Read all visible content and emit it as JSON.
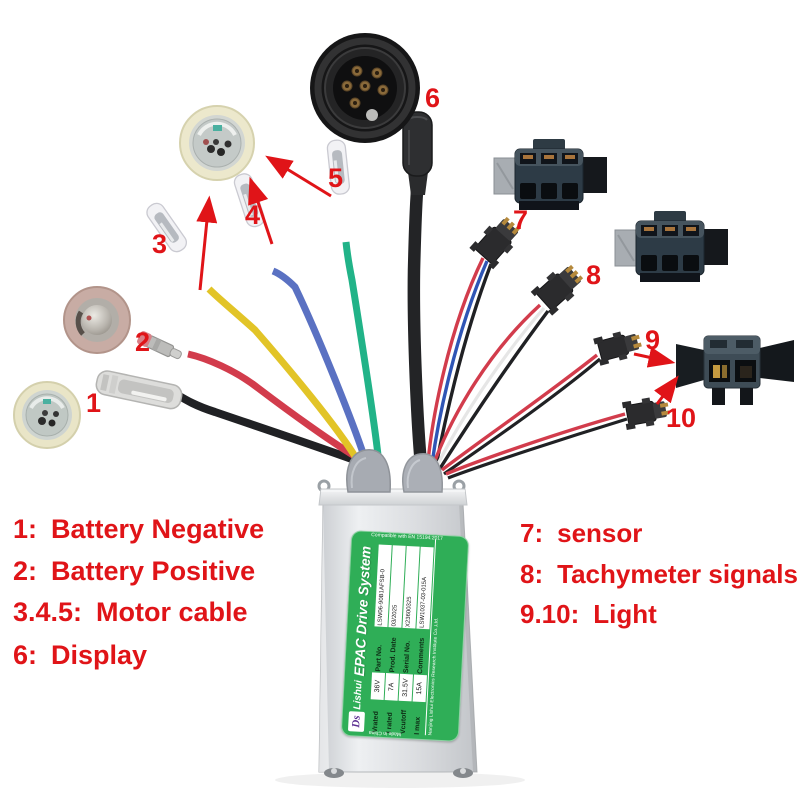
{
  "callouts": {
    "c1": "1",
    "c2": "2",
    "c3": "3",
    "c4": "4",
    "c5": "5",
    "c6": "6",
    "c7": "7",
    "c8": "8",
    "c9": "9",
    "c10": "10"
  },
  "legend_left": [
    {
      "num": "1:",
      "label": "Battery Negative"
    },
    {
      "num": "2:",
      "label": "Battery Positive"
    },
    {
      "num": "3.4.5:",
      "label": "Motor cable"
    },
    {
      "num": "6:",
      "label": "Display"
    }
  ],
  "legend_right": [
    {
      "num": "7:",
      "label": "sensor"
    },
    {
      "num": "8:",
      "label": "Tachymeter signals"
    },
    {
      "num": "9.10:",
      "label": "Light"
    }
  ],
  "controller_label": {
    "logo_text": "Ds",
    "brand": "Lishui",
    "product": "EPAC Drive System",
    "rows": [
      {
        "param": "Vrated",
        "value": "36V",
        "field": "Part No.",
        "data": "LSW06-90B1AFSB-0"
      },
      {
        "param": "I rated",
        "value": "7A",
        "field": "Prod. Date",
        "data": "03/2025"
      },
      {
        "param": "Vcutoff",
        "value": "31.5V",
        "field": "Serial No.",
        "data": "X23600325"
      },
      {
        "param": "I max",
        "value": "15A",
        "field": "Comments",
        "data": "LSW1037-03-015A"
      }
    ],
    "made_in": "Made in China",
    "company": "Nanjing Lishui Electronics Research Institute Co.,Ltd.",
    "compliance": "Compatible with EN 15194:2017"
  },
  "colors": {
    "annotation_red": "#e01418",
    "label_green": "#2fae57",
    "wire_yellow": "#e2c427",
    "wire_blue": "#5a71c2",
    "wire_signal_blue": "#2f55b5",
    "wire_green": "#21b388",
    "wire_red": "#d23c4c",
    "wire_black": "#202124",
    "controller_silver": "#d9dbde"
  }
}
